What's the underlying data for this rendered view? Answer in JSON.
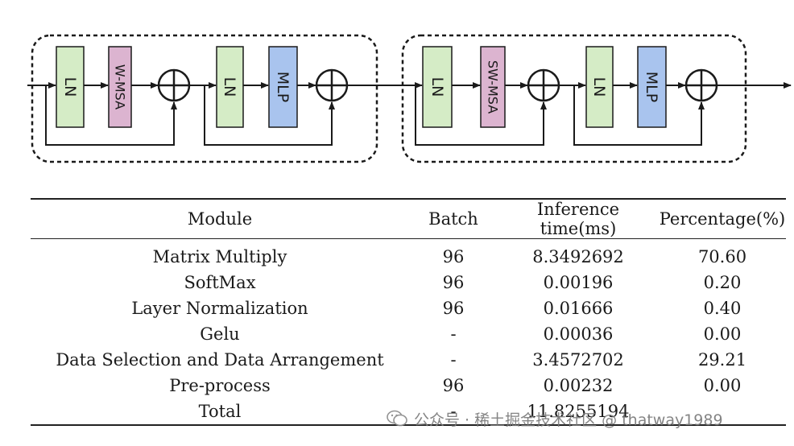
{
  "diagram": {
    "blocks": {
      "b1_ln1": "LN",
      "b1_attn": "W-MSA",
      "b1_ln2": "LN",
      "b1_mlp": "MLP",
      "b2_ln1": "LN",
      "b2_attn": "SW-MSA",
      "b2_ln2": "LN",
      "b2_mlp": "MLP"
    },
    "colors": {
      "ln": "#d5ecc6",
      "w_msa": "#dcb4d0",
      "mlp": "#a9c4ee",
      "border": "#1a1a1a"
    }
  },
  "table": {
    "headers": {
      "module": "Module",
      "batch": "Batch",
      "time": "Inference time(ms)",
      "percentage": "Percentage(%)"
    },
    "rows": [
      {
        "module": "Matrix Multiply",
        "batch": "96",
        "time": "8.3492692",
        "percentage": "70.60"
      },
      {
        "module": "SoftMax",
        "batch": "96",
        "time": "0.00196",
        "percentage": "0.20"
      },
      {
        "module": "Layer Normalization",
        "batch": "96",
        "time": "0.01666",
        "percentage": "0.40"
      },
      {
        "module": "Gelu",
        "batch": "-",
        "time": "0.00036",
        "percentage": "0.00"
      },
      {
        "module": "Data Selection and Data Arrangement",
        "batch": "-",
        "time": "3.4572702",
        "percentage": "29.21"
      },
      {
        "module": "Pre-process",
        "batch": "96",
        "time": "0.00232",
        "percentage": "0.00"
      },
      {
        "module": "Total",
        "batch": "-",
        "time": "11.8255194",
        "percentage": ""
      }
    ]
  },
  "watermark": {
    "text": "公众号 · 稀土掘金技术社区 @ thatway1989"
  }
}
